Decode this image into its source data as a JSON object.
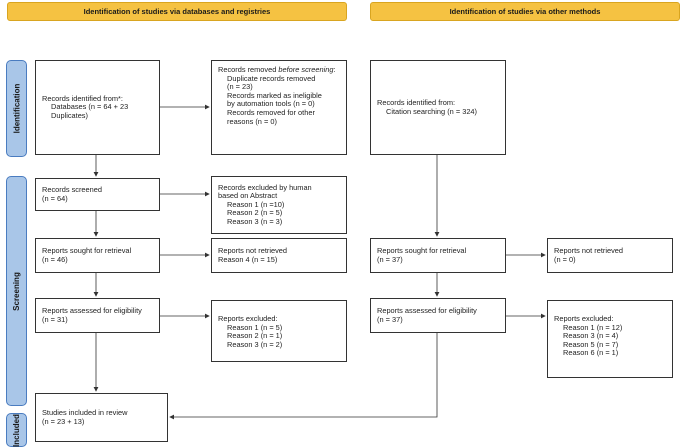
{
  "headers": {
    "left": "Identification of studies via databases and registries",
    "right": "Identification of studies via other methods"
  },
  "stages": {
    "identification": "Identification",
    "screening": "Screening",
    "included": "Included"
  },
  "left": {
    "records_identified": [
      "Records identified from*:",
      "Databases (n = 64 + 23",
      "Duplicates)"
    ],
    "records_removed": {
      "title_pre": "Records removed ",
      "title_em": "before screening",
      "title_post": ":",
      "items": [
        "Duplicate records removed",
        "(n = 23)",
        "Records marked as ineligible",
        "by automation tools (n = 0)",
        "Records removed for other",
        "reasons (n = 0)"
      ]
    },
    "records_screened": [
      "Records screened",
      "(n = 64)"
    ],
    "records_excluded": [
      "Records excluded by human",
      "based on Abstract",
      "Reason 1 (n =10)",
      "Reason 2 (n = 5)",
      "Reason 3 (n = 3)"
    ],
    "reports_sought": [
      "Reports sought for retrieval",
      "(n = 46)"
    ],
    "reports_not_retrieved": [
      "Reports not retrieved",
      "Reason 4 (n = 15)"
    ],
    "reports_assessed": [
      "Reports assessed for eligibility",
      "(n = 31)"
    ],
    "reports_excluded": [
      "Reports excluded:",
      "Reason 1 (n = 5)",
      "Reason 2 (n = 1)",
      "Reason 3 (n = 2)"
    ],
    "included": [
      "Studies included in review",
      "(n = 23 + 13)"
    ]
  },
  "right": {
    "records_identified": [
      "Records identified from:",
      "Citation searching (n = 324)"
    ],
    "reports_sought": [
      "Reports sought for retrieval",
      "(n = 37)"
    ],
    "reports_not_retrieved": [
      "Reports not retrieved",
      "(n = 0)"
    ],
    "reports_assessed": [
      "Reports assessed for eligibility",
      "(n = 37)"
    ],
    "reports_excluded": [
      "Reports excluded:",
      "Reason 1 (n = 12)",
      "Reason 3 (n = 4)",
      "Reason 5 (n = 7)",
      "Reason 6 (n = 1)"
    ]
  }
}
